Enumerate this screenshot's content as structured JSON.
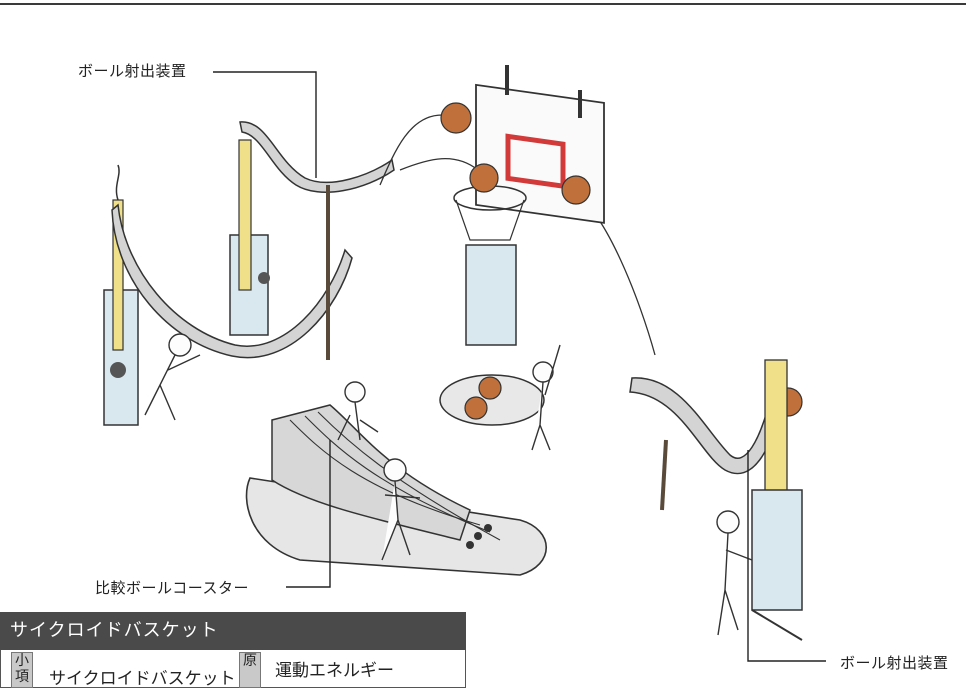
{
  "labels": {
    "launcher_top": "ボール射出装置",
    "coaster": "比較ボールコースター",
    "launcher_right": "ボール射出装置"
  },
  "panel": {
    "title": "サイクロイドバスケット",
    "tag_small": "小項",
    "small_item": "サイクロイドバスケット",
    "tag_principle": "原",
    "principle": "運動エネルギー"
  },
  "colors": {
    "ball": "#c0703a",
    "hoop": "#d23a3a",
    "pole": "#f0e08a",
    "glass": "#d8e8ee",
    "panel_header": "#4a4a4a"
  }
}
